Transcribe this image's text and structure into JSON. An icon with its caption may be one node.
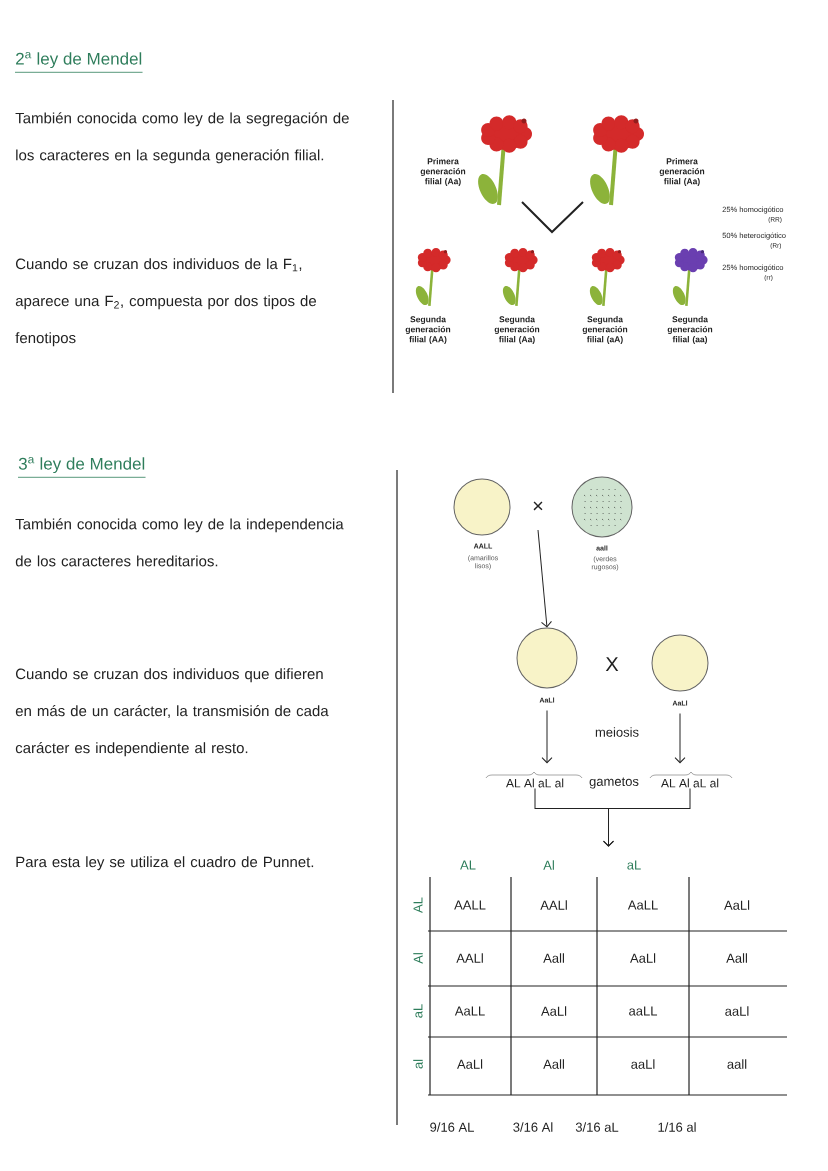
{
  "diagram": {
    "nodes": [
      {
        "text": [],
        "shape": "picture",
        "beside": [
          "Primera generación filial (Aa)"
        ]
      },
      {
        "text": [],
        "shape": "picture",
        "beside": [
          "Primera generación filial (Aa)"
        ]
      },
      {
        "text": [],
        "shape": "picture",
        "beside": [
          "Segunda generación filial (AA)"
        ]
      },
      {
        "text": [],
        "shape": "picture",
        "beside": [
          "Segunda generación filial (Aa)"
        ]
      },
      {
        "text": [],
        "shape": "picture",
        "beside": [
          "Segunda generación filial (aA)"
        ]
      },
      {
        "text": [],
        "shape": "picture",
        "beside": [
          "Segunda generación filial (aa)"
        ]
      },
      {
        "text": [],
        "shape": "circle",
        "beside": [
          "AALL",
          "(amarillos lisos)"
        ]
      },
      {
        "text": [],
        "shape": "circle",
        "beside": [
          "aall",
          "(verdes rugosos)"
        ]
      },
      {
        "text": [],
        "shape": "circle",
        "beside": [
          "AaLl"
        ]
      },
      {
        "text": [],
        "shape": "circle",
        "beside": [
          "AaLl"
        ]
      },
      {
        "text": [
          "AL Al aL al"
        ]
      },
      {
        "text": [
          "AL Al aL al"
        ]
      },
      {
        "text": [],
        "shape": "box"
      }
    ],
    "edges": [
      {
        "from": null,
        "to": 8,
        "arrow": "to"
      },
      {
        "from": 8,
        "to": 10,
        "arrow": "to"
      },
      {
        "from": 9,
        "to": 11,
        "arrow": "to"
      },
      {
        "from": 10,
        "to": 12,
        "arrow": "to"
      },
      {
        "from": 11,
        "to": 12,
        "arrow": "to"
      }
    ],
    "labels": [
      "2$^{a}$ ley de Mendel",
      "También conocida como ley de la segregación de los caracteres en la segunda generación filial.",
      "Cuando se cruzan dos individuos de la F$_{1}$, aparece una F$_{2}$, compuesta por dos tipos de fenotipos",
      "25% homocigótico",
      "(RR)",
      "50% heterocigótico",
      "(Rr)",
      "25% homocigótico",
      "(rr)",
      "3$^{a}$ ley de Mendel",
      "También conocida como ley de la independencia de los caracteres hereditarios.",
      "Cuando se cruzan dos individuos que difieren en más de un carácter, la transmisión de cada carácter es independiente al resto.",
      "Para esta ley se utiliza el cuadro de Punnet.",
      "×",
      "X",
      "meiosis",
      "gametos",
      "AL",
      "Al",
      "aL",
      "AL",
      "AALL",
      "AALl",
      "AaLL",
      "AaLl",
      "Al",
      "AALl",
      "Aall",
      "AaLl",
      "Aall",
      "aL",
      "AaLL",
      "AaLl",
      "aaLL",
      "aaLl",
      "al",
      "AaLl",
      "Aall",
      "aaLl",
      "aall",
      "9/16 AL",
      "3/16 Al",
      "3/16 aL",
      "1/16 al"
    ]
  }
}
